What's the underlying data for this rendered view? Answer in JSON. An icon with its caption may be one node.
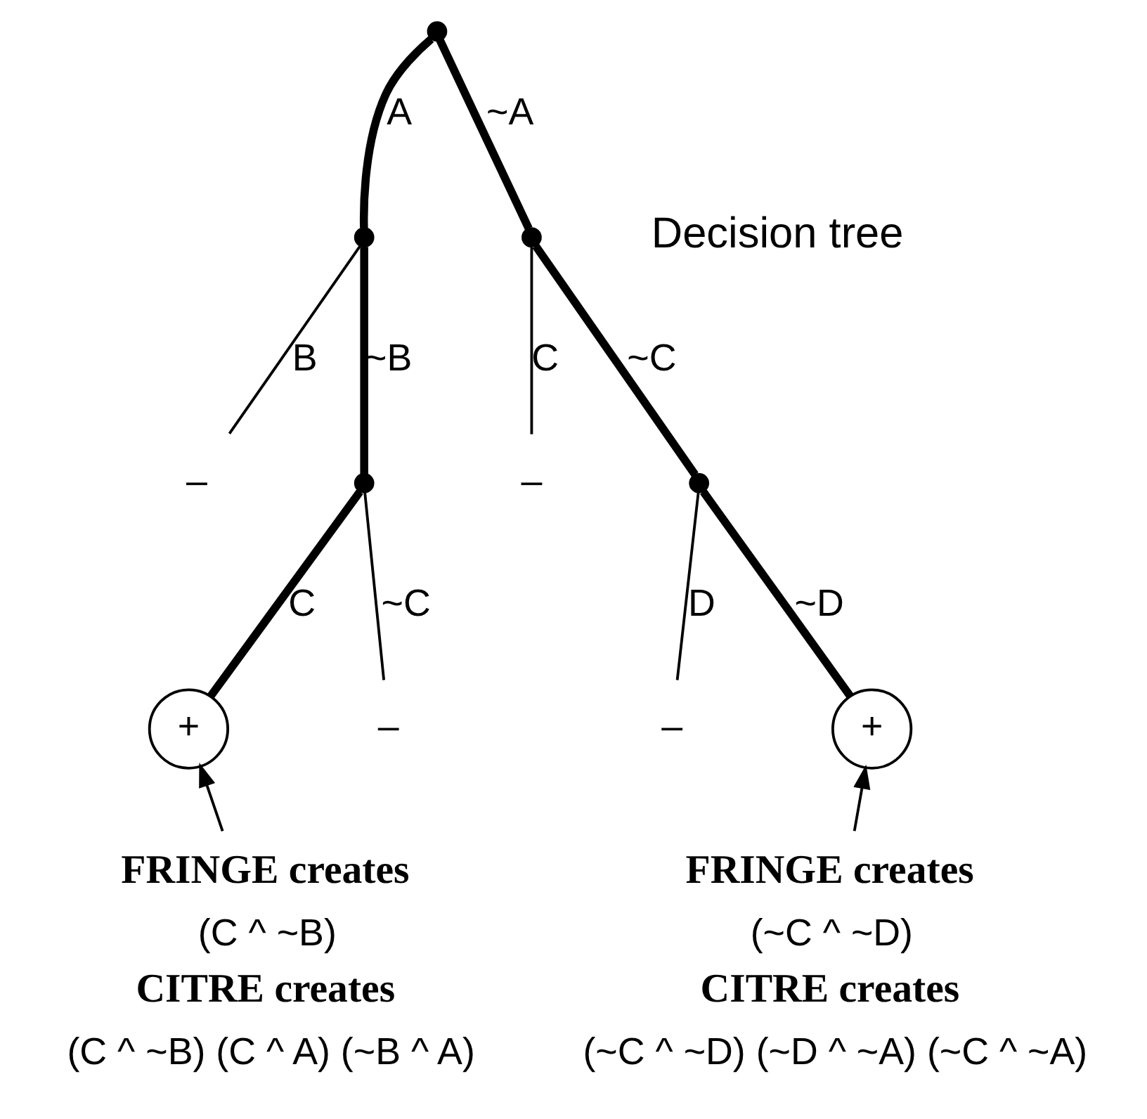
{
  "diagram": {
    "nodes": [
      {
        "text": [],
        "shape": "dot"
      },
      {
        "text": [],
        "shape": "dot"
      },
      {
        "text": [],
        "shape": "dot"
      },
      {
        "text": [
          "–"
        ]
      },
      {
        "text": [],
        "shape": "dot"
      },
      {
        "text": [
          "–"
        ]
      },
      {
        "text": [],
        "shape": "dot"
      },
      {
        "text": [
          "+"
        ]
      },
      {
        "text": [
          "–"
        ]
      },
      {
        "text": [
          "–"
        ]
      },
      {
        "text": [
          "+"
        ]
      },
      {
        "text": [
          "FRINGE creates",
          "(C ^ ~B)",
          "CITRE creates",
          "(C ^ ~B) (C ^ A) (~B ^ A)"
        ]
      },
      {
        "text": [
          "FRINGE creates",
          "(~C ^ ~D)",
          "CITRE creates",
          "(~C ^ ~D) (~D ^ ~A) (~C ^ ~A)"
        ]
      }
    ],
    "edges": [
      {
        "from": 0,
        "to": 1,
        "arrow": "none",
        "label": "A",
        "style": "thick"
      },
      {
        "from": 0,
        "to": 2,
        "arrow": "none",
        "label": "~A",
        "style": "thick"
      },
      {
        "from": 1,
        "to": 3,
        "arrow": "none",
        "label": "B"
      },
      {
        "from": 1,
        "to": 4,
        "arrow": "none",
        "label": "~B",
        "style": "thick"
      },
      {
        "from": 2,
        "to": 5,
        "arrow": "none",
        "label": "C"
      },
      {
        "from": 2,
        "to": 6,
        "arrow": "none",
        "label": "~C",
        "style": "thick"
      },
      {
        "from": 4,
        "to": 7,
        "arrow": "none",
        "label": "C",
        "style": "thick"
      },
      {
        "from": 4,
        "to": 8,
        "arrow": "none",
        "label": "~C"
      },
      {
        "from": 6,
        "to": 9,
        "arrow": "none",
        "label": "D"
      },
      {
        "from": 6,
        "to": 10,
        "arrow": "none",
        "label": "~D",
        "style": "thick"
      },
      {
        "from": 11,
        "to": 7,
        "arrow": "to"
      },
      {
        "from": 12,
        "to": 10,
        "arrow": "to"
      }
    ],
    "labels": [
      "Decision tree"
    ]
  }
}
